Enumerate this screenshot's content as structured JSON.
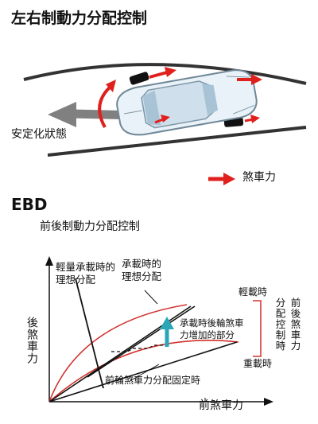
{
  "top": {
    "title": "左右制動力分配控制",
    "turn_label": "安定化狀態",
    "legend_label": "煞車力"
  },
  "ebd": {
    "section_title": "EBD",
    "subtitle": "前後制動力分配控制",
    "light_ideal": "輕量承載時的\n理想分配",
    "loaded_ideal": "承載時的\n理想分配",
    "light_load": "輕載時",
    "heavy_load": "重載時",
    "rear_increase": "承載時後輪煞車\n力增加的部分",
    "front_fixed": "前輪煞車力分配固定時",
    "y_axis": "後煞車力",
    "x_axis": "前煞車力",
    "right_col1": "前後煞車力",
    "right_col2": "分配控制時"
  },
  "colors": {
    "brake_red": "#e0201c",
    "arrow_gray": "#7f7f7f",
    "teal": "#2aa6b6",
    "road": "#333333"
  }
}
